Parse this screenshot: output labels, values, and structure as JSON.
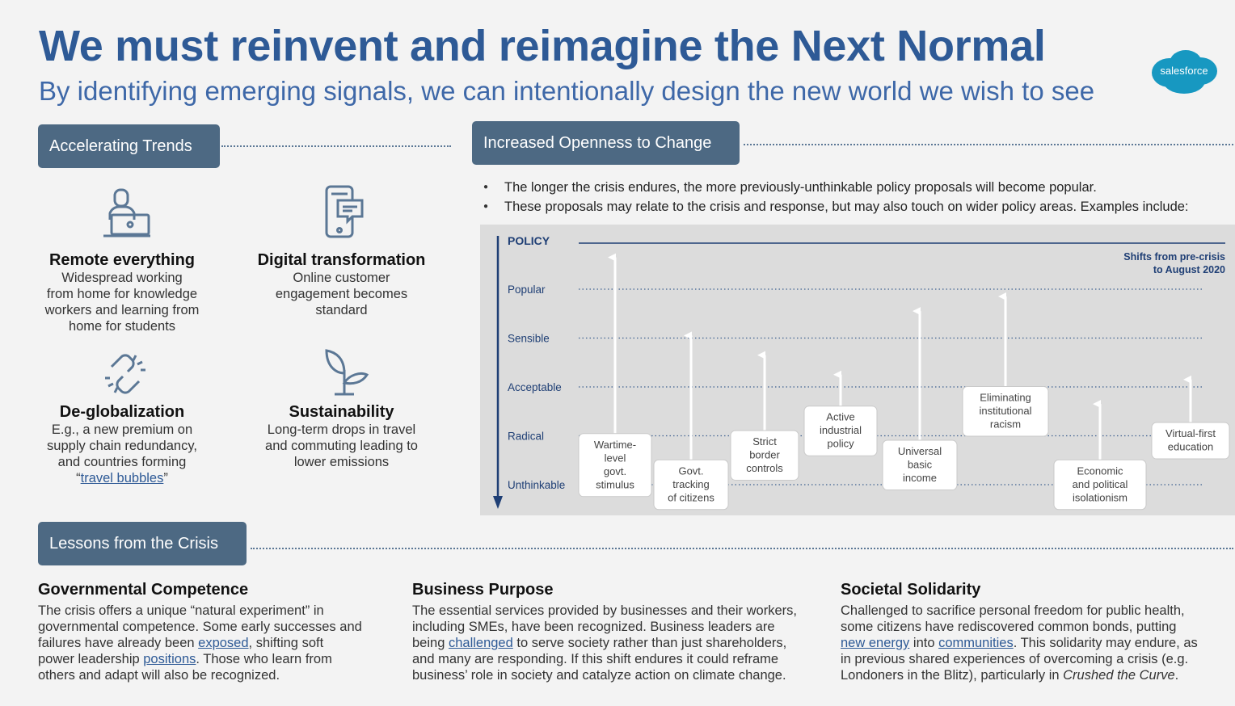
{
  "header": {
    "title": "We must reinvent and reimagine the Next Normal",
    "subtitle": "By identifying emerging signals, we can intentionally design the new world we wish to see",
    "logo_text": "salesforce"
  },
  "colors": {
    "accent": "#2e5a96",
    "tag_bg": "#4d6983",
    "chart_bg": "#dcdcdc"
  },
  "trends": {
    "heading": "Accelerating Trends",
    "items": [
      {
        "icon": "laptop-user-icon",
        "title": "Remote everything",
        "lines": [
          "Widespread working",
          "from home for knowledge",
          "workers and learning from",
          "home for students"
        ]
      },
      {
        "icon": "mobile-chat-icon",
        "title": "Digital transformation",
        "lines": [
          "Online customer",
          "engagement becomes",
          "standard"
        ]
      },
      {
        "icon": "broken-link-icon",
        "title": "De-globalization",
        "lines": [
          "E.g., a new premium on",
          "supply chain redundancy,",
          "and countries forming"
        ],
        "quote_open": "“",
        "link": "travel bubbles",
        "quote_close": "”"
      },
      {
        "icon": "sprout-icon",
        "title": "Sustainability",
        "lines": [
          "Long-term drops in travel",
          "and commuting leading to",
          "lower emissions"
        ]
      }
    ]
  },
  "openness": {
    "heading": "Increased Openness to Change",
    "bullets": [
      "The longer the crisis endures, the more previously-unthinkable policy proposals will become popular.",
      "These proposals may relate to the crisis and response, but may also touch on wider policy areas. Examples include:"
    ]
  },
  "chart_data": {
    "type": "arrow-shift",
    "title": "",
    "axis_label": "POLICY",
    "note_lines": [
      "Shifts from pre-crisis",
      "to August 2020"
    ],
    "levels": [
      "Unthinkable",
      "Radical",
      "Acceptable",
      "Sensible",
      "Popular"
    ],
    "series": [
      {
        "label_lines": [
          "Wartime-",
          "level",
          "govt.",
          "stimulus"
        ],
        "from": 0.4,
        "to": 4.8
      },
      {
        "label_lines": [
          "Govt.",
          "tracking",
          "of citizens"
        ],
        "from": 0.0,
        "to": 3.2
      },
      {
        "label_lines": [
          "Strict",
          "border",
          "controls"
        ],
        "from": 0.6,
        "to": 2.8
      },
      {
        "label_lines": [
          "Active",
          "industrial",
          "policy"
        ],
        "from": 1.1,
        "to": 2.4
      },
      {
        "label_lines": [
          "Universal",
          "basic",
          "income"
        ],
        "from": 0.4,
        "to": 3.7
      },
      {
        "label_lines": [
          "Eliminating",
          "institutional",
          "racism"
        ],
        "from": 1.5,
        "to": 4.0
      },
      {
        "label_lines": [
          "Economic",
          "and political",
          "isolationism"
        ],
        "from": 0.0,
        "to": 1.8
      },
      {
        "label_lines": [
          "Virtual-first",
          "education"
        ],
        "from": 0.9,
        "to": 2.3
      }
    ]
  },
  "lessons": {
    "heading": "Lessons from the Crisis",
    "gov": {
      "title": "Governmental Competence",
      "l1": "The crisis offers a unique “natural experiment” in",
      "l2": "governmental competence. Some early successes and",
      "l3a": "failures have already been ",
      "l3link": "exposed",
      "l3b": ", shifting soft",
      "l4a": "power leadership ",
      "l4link": "positions",
      "l4b": ". Those who learn from",
      "l5": "others and adapt will also be recognized."
    },
    "biz": {
      "title": "Business Purpose",
      "l1": "The essential services provided by businesses and their workers,",
      "l2": "including SMEs, have been recognized. Business leaders are",
      "l3a": "being ",
      "l3link": "challenged",
      "l3b": " to serve society rather than just shareholders,",
      "l4": "and many are responding. If this shift endures it could reframe",
      "l5": "business’ role in society and catalyze action on climate change."
    },
    "soc": {
      "title": "Societal Solidarity",
      "l1": "Challenged to sacrifice personal freedom for public health,",
      "l2": "some citizens have rediscovered common bonds, putting",
      "l3link1": "new energy",
      "l3mid": " into ",
      "l3link2": "communities",
      "l3b": ". This solidarity may endure, as",
      "l4": "in previous shared experiences of overcoming a crisis (e.g.",
      "l5a": "Londoners in the Blitz), particularly in ",
      "l5i": "Crushed the Curve",
      "l5b": "."
    }
  }
}
